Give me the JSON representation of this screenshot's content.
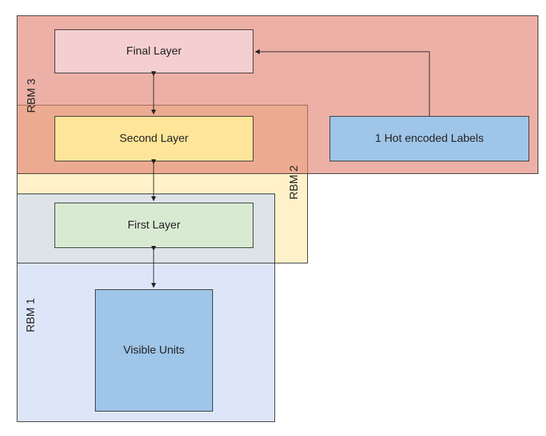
{
  "regions": {
    "rbm1": {
      "label": "RBM 1",
      "color": "#dae8fc"
    },
    "rbm2": {
      "label": "RBM 2",
      "color": "#fff2cc"
    },
    "rbm3": {
      "label": "RBM 3",
      "color": "#f8cecc"
    }
  },
  "nodes": {
    "final_layer": {
      "label": "Final Layer",
      "color": "#f4cccc"
    },
    "second_layer": {
      "label": "Second Layer",
      "color": "#ffe599"
    },
    "first_layer": {
      "label": "First Layer",
      "color": "#d9ead3"
    },
    "visible_units": {
      "label": "Visible Units",
      "color": "#9fc5e8"
    },
    "labels": {
      "label": "1 Hot encoded Labels",
      "color": "#9fc5e8"
    }
  },
  "edges": [
    {
      "from": "final_layer",
      "to": "second_layer",
      "bidirectional": true
    },
    {
      "from": "second_layer",
      "to": "first_layer",
      "bidirectional": true
    },
    {
      "from": "first_layer",
      "to": "visible_units",
      "bidirectional": true
    },
    {
      "from": "labels",
      "to": "final_layer",
      "bidirectional": false
    }
  ]
}
